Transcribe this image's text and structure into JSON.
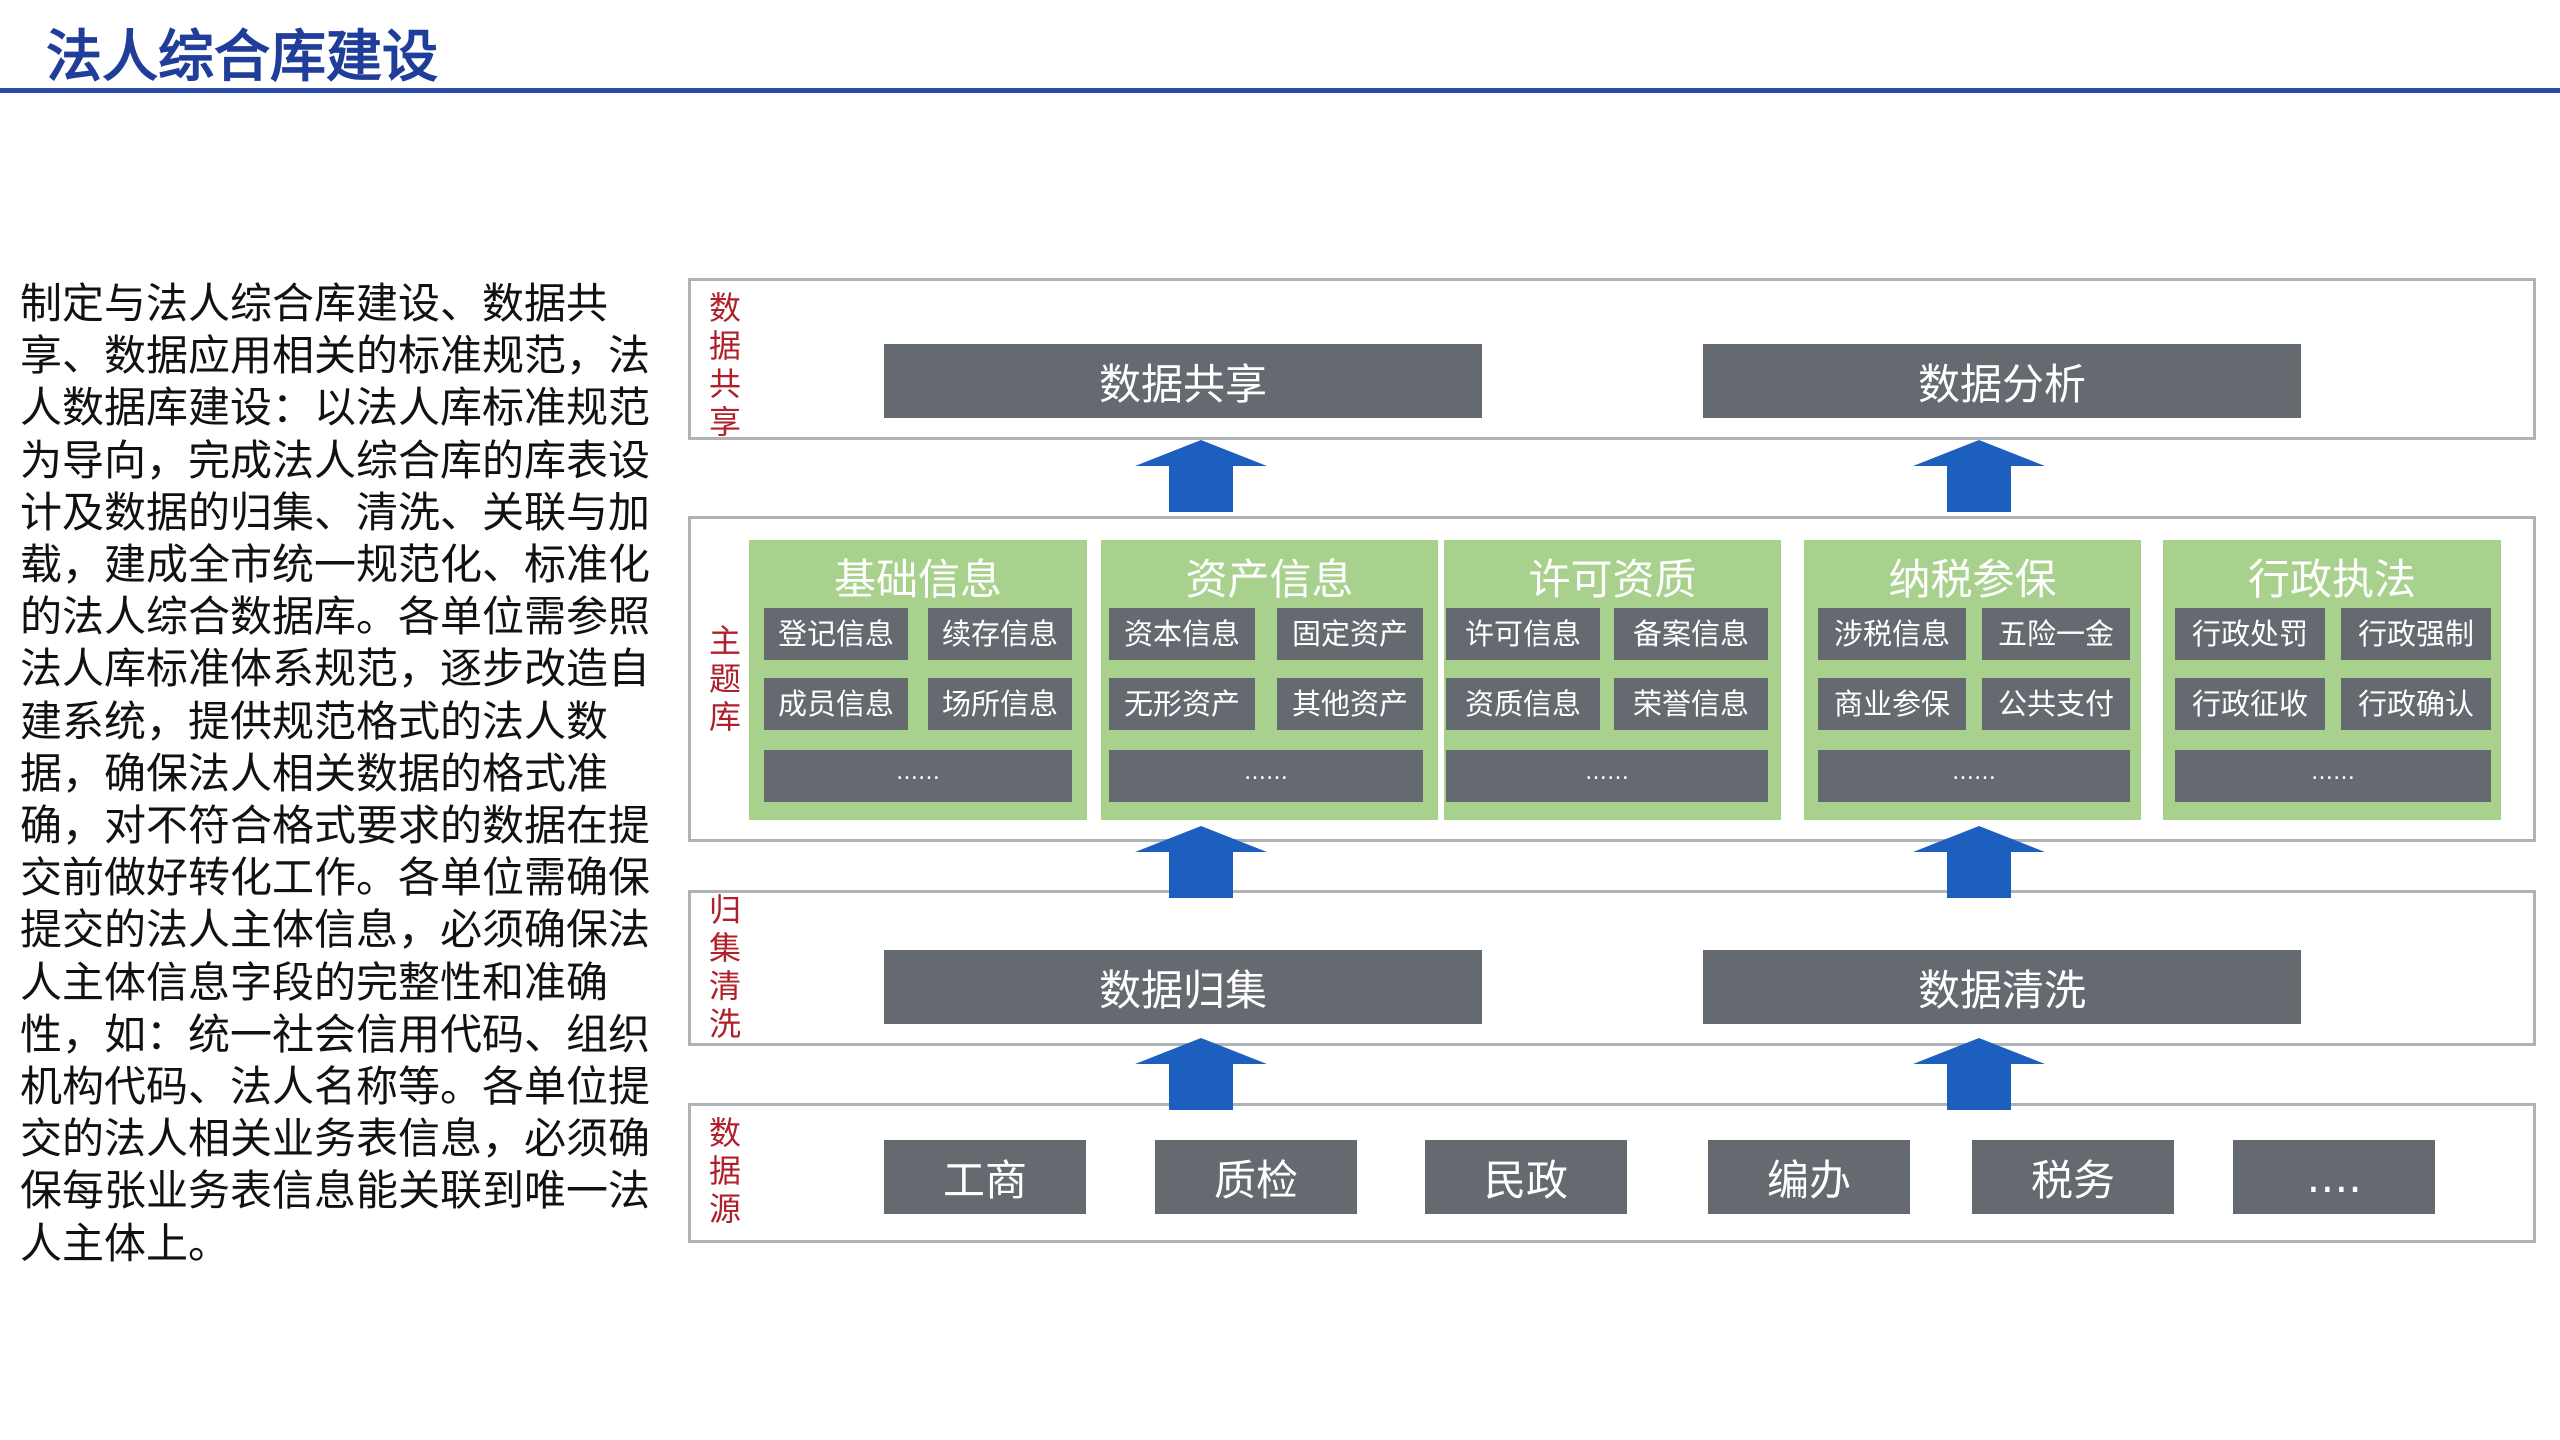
{
  "header": {
    "title": "法人综合库建设"
  },
  "description": "制定与法人综合库建设、数据共享、数据应用相关的标准规范，法人数据库建设：以法人库标准规范为导向，完成法人综合库的库表设计及数据的归集、清洗、关联与加载，建成全市统一规范化、标准化的法人综合数据库。各单位需参照法人库标准体系规范，逐步改造自建系统，提供规范格式的法人数据，确保法人相关数据的格式准确，对不符合格式要求的数据在提交前做好转化工作。各单位需确保提交的法人主体信息，必须确保法人主体信息字段的完整性和准确性，如：统一社会信用代码、组织机构代码、法人名称等。各单位提交的法人相关业务表信息，必须确保每张业务表信息能关联到唯一法人主体上。",
  "diagram": {
    "share_layer": {
      "label": "数据共享",
      "boxes": [
        "数据共享",
        "数据分析"
      ]
    },
    "theme_layer": {
      "label": "主题库",
      "panels": [
        {
          "title": "基础信息",
          "items": [
            "登记信息",
            "续存信息",
            "成员信息",
            "场所信息"
          ],
          "more": "……"
        },
        {
          "title": "资产信息",
          "items": [
            "资本信息",
            "固定资产",
            "无形资产",
            "其他资产"
          ],
          "more": "……"
        },
        {
          "title": "许可资质",
          "items": [
            "许可信息",
            "备案信息",
            "资质信息",
            "荣誉信息"
          ],
          "more": "……"
        },
        {
          "title": "纳税参保",
          "items": [
            "涉税信息",
            "五险一金",
            "商业参保",
            "公共支付"
          ],
          "more": "……"
        },
        {
          "title": "行政执法",
          "items": [
            "行政处罚",
            "行政强制",
            "行政征收",
            "行政确认"
          ],
          "more": "……"
        }
      ]
    },
    "collect_layer": {
      "label": "归集清洗",
      "boxes": [
        "数据归集",
        "数据清洗"
      ]
    },
    "source_layer": {
      "label": "数据源",
      "boxes": [
        "工商",
        "质检",
        "民政",
        "编办",
        "税务",
        "…."
      ]
    },
    "colors": {
      "dark_box": "#656a70",
      "green_panel": "#a9d18e",
      "arrow_blue": "#1c5fbf",
      "layer_label_red": "#b0202a",
      "title_blue": "#1f3d99"
    }
  }
}
